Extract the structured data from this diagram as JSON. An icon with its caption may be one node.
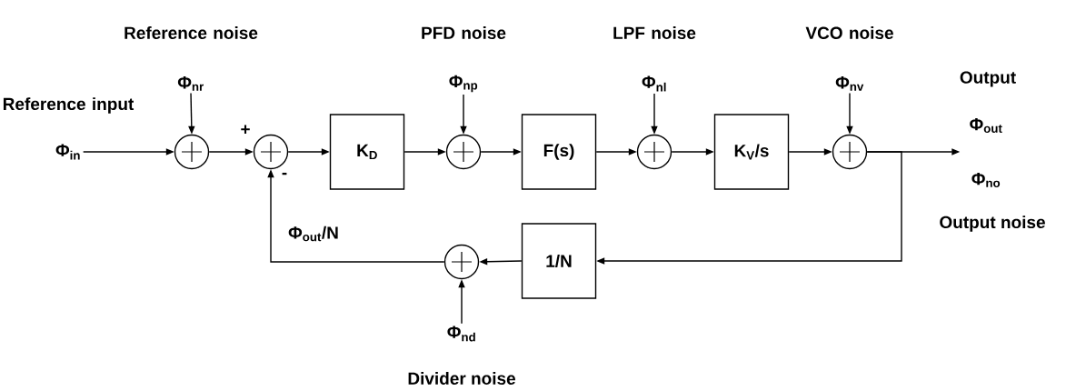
{
  "diagram": {
    "nodes": [
      {
        "text": [
          "Reference input",
          "Φ$_{in}$"
        ]
      },
      {
        "text": [],
        "shape": "circle"
      },
      {
        "text": [
          "Reference noise",
          "Φ$_{nr}$"
        ]
      },
      {
        "text": [],
        "shape": "circle"
      },
      {
        "text": [
          "K$_{D}$"
        ]
      },
      {
        "text": [
          "PFD noise",
          "Φ$_{np}$"
        ]
      },
      {
        "text": [],
        "shape": "circle"
      },
      {
        "text": [
          "F(s)"
        ]
      },
      {
        "text": [
          "LPF noise",
          "Φ$_{nl}$"
        ]
      },
      {
        "text": [],
        "shape": "circle"
      },
      {
        "text": [
          "K$_{V}$/s"
        ]
      },
      {
        "text": [
          "VCO noise",
          "Φ$_{nv}$"
        ]
      },
      {
        "text": [],
        "shape": "circle"
      },
      {
        "text": [
          "Output",
          "Φ$_{out}$",
          "Φ$_{no}$",
          "Output noise"
        ]
      },
      {
        "text": [
          "1/N"
        ]
      },
      {
        "text": [],
        "shape": "circle"
      },
      {
        "text": [
          "Φ$_{nd}$",
          "Divider noise"
        ]
      }
    ],
    "edges": [
      {
        "from": 0,
        "to": 1,
        "arrow": "to"
      },
      {
        "from": 2,
        "to": 1,
        "arrow": "to"
      },
      {
        "from": 1,
        "to": 3,
        "arrow": "to"
      },
      {
        "from": 3,
        "to": 4,
        "arrow": "to"
      },
      {
        "from": 4,
        "to": 6,
        "arrow": "to"
      },
      {
        "from": 5,
        "to": 6,
        "arrow": "to"
      },
      {
        "from": 6,
        "to": 7,
        "arrow": "to"
      },
      {
        "from": 7,
        "to": 9,
        "arrow": "to"
      },
      {
        "from": 8,
        "to": 9,
        "arrow": "to"
      },
      {
        "from": 9,
        "to": 10,
        "arrow": "to"
      },
      {
        "from": 10,
        "to": 12,
        "arrow": "to"
      },
      {
        "from": 11,
        "to": 12,
        "arrow": "to"
      },
      {
        "from": 12,
        "to": 13,
        "arrow": "to"
      },
      {
        "from": 12,
        "to": 14,
        "arrow": "to"
      },
      {
        "from": 14,
        "to": 15,
        "arrow": "to"
      },
      {
        "from": 16,
        "to": 15,
        "arrow": "to"
      },
      {
        "from": 15,
        "to": 3,
        "arrow": "to",
        "label": "Φ$_{out}$/N"
      }
    ],
    "labels": [
      "+",
      "-"
    ]
  }
}
